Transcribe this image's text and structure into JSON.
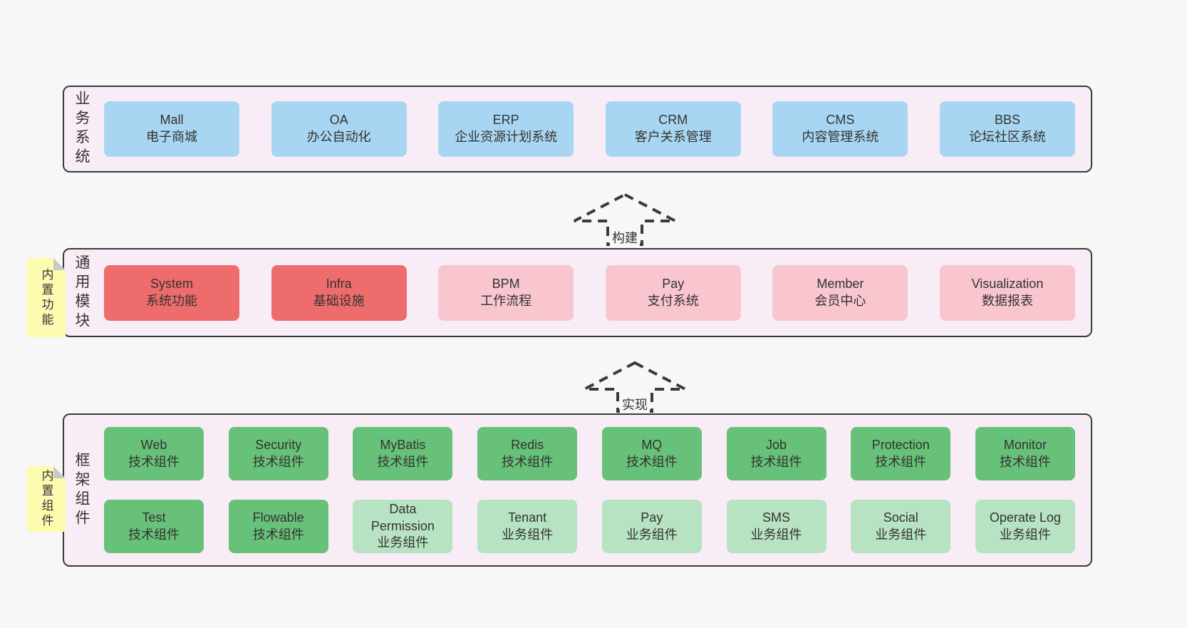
{
  "colors": {
    "page-bg": "#f7f7f7",
    "panel-bg": "#f8edf6",
    "panel-border": "#3a3a3a",
    "blue": "#a8d6f2",
    "red": "#ef6c6c",
    "pink": "#f9c6d0",
    "green": "#68c178",
    "light-green": "#b7e3c2",
    "note-yellow": "#fdfbb0",
    "note-fold": "#c9c9c9",
    "text": "#333333",
    "arrow": "#3a3a3a"
  },
  "arrows": [
    {
      "label": "构建"
    },
    {
      "label": "实现"
    }
  ],
  "layers": [
    {
      "id": "business-systems",
      "label": "业务系统",
      "boxes": [
        {
          "title": "Mall",
          "subtitle": "电子商城",
          "type": "blue"
        },
        {
          "title": "OA",
          "subtitle": "办公自动化",
          "type": "blue"
        },
        {
          "title": "ERP",
          "subtitle": "企业资源计划系统",
          "type": "blue"
        },
        {
          "title": "CRM",
          "subtitle": "客户关系管理",
          "type": "blue"
        },
        {
          "title": "CMS",
          "subtitle": "内容管理系统",
          "type": "blue"
        },
        {
          "title": "BBS",
          "subtitle": "论坛社区系统",
          "type": "blue"
        }
      ]
    },
    {
      "id": "common-modules",
      "label": "通用模块",
      "note": "内置功能",
      "boxes": [
        {
          "title": "System",
          "subtitle": "系统功能",
          "type": "red"
        },
        {
          "title": "Infra",
          "subtitle": "基础设施",
          "type": "red"
        },
        {
          "title": "BPM",
          "subtitle": "工作流程",
          "type": "pink"
        },
        {
          "title": "Pay",
          "subtitle": "支付系统",
          "type": "pink"
        },
        {
          "title": "Member",
          "subtitle": "会员中心",
          "type": "pink"
        },
        {
          "title": "Visualization",
          "subtitle": "数据报表",
          "type": "pink"
        }
      ]
    },
    {
      "id": "framework-components",
      "label": "框架组件",
      "note": "内置组件",
      "rows": [
        [
          {
            "title": "Web",
            "subtitle": "技术组件",
            "type": "green"
          },
          {
            "title": "Security",
            "subtitle": "技术组件",
            "type": "green"
          },
          {
            "title": "MyBatis",
            "subtitle": "技术组件",
            "type": "green"
          },
          {
            "title": "Redis",
            "subtitle": "技术组件",
            "type": "green"
          },
          {
            "title": "MQ",
            "subtitle": "技术组件",
            "type": "green"
          },
          {
            "title": "Job",
            "subtitle": "技术组件",
            "type": "green"
          },
          {
            "title": "Protection",
            "subtitle": "技术组件",
            "type": "green"
          },
          {
            "title": "Monitor",
            "subtitle": "技术组件",
            "type": "green"
          }
        ],
        [
          {
            "title": "Test",
            "subtitle": "技术组件",
            "type": "green"
          },
          {
            "title": "Flowable",
            "subtitle": "技术组件",
            "type": "green"
          },
          {
            "title": "Data Permission",
            "subtitle": "业务组件",
            "type": "light-green"
          },
          {
            "title": "Tenant",
            "subtitle": "业务组件",
            "type": "light-green"
          },
          {
            "title": "Pay",
            "subtitle": "业务组件",
            "type": "light-green"
          },
          {
            "title": "SMS",
            "subtitle": "业务组件",
            "type": "light-green"
          },
          {
            "title": "Social",
            "subtitle": "业务组件",
            "type": "light-green"
          },
          {
            "title": "Operate Log",
            "subtitle": "业务组件",
            "type": "light-green"
          }
        ]
      ]
    }
  ]
}
